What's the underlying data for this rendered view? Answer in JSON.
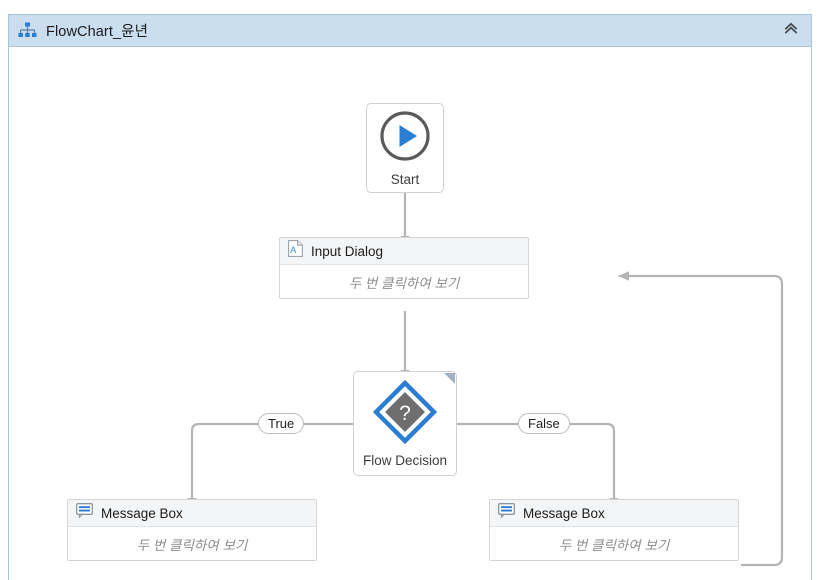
{
  "window": {
    "title": "FlowChart_윤년",
    "title_icon": "hierarchy-icon",
    "collapse_icon": "chevron-double-up-icon",
    "title_bar_color": "#cadef0",
    "border_color": "#a8c6dd",
    "canvas_color": "#ffffff"
  },
  "flow": {
    "connector_color": "#b4b4b4",
    "accent_blue": "#2b7cd3",
    "nodes": {
      "start": {
        "label": "Start",
        "icon": "play-circle-icon",
        "type": "start-shape"
      },
      "input_dialog": {
        "title": "Input Dialog",
        "icon": "document-a-icon",
        "hint": "두 번 클릭하여 보기",
        "type": "activity"
      },
      "flow_decision": {
        "label": "Flow Decision",
        "icon": "question-diamond-icon",
        "corner_marker": "collapsed-marker",
        "type": "decision-shape"
      },
      "message_box_true": {
        "title": "Message Box",
        "icon": "speech-bubble-icon",
        "hint": "두 번 클릭하여 보기",
        "type": "activity"
      },
      "message_box_false": {
        "title": "Message Box",
        "icon": "speech-bubble-icon",
        "hint": "두 번 클릭하여 보기",
        "type": "activity"
      }
    },
    "branch_labels": {
      "true": "True",
      "false": "False"
    }
  }
}
